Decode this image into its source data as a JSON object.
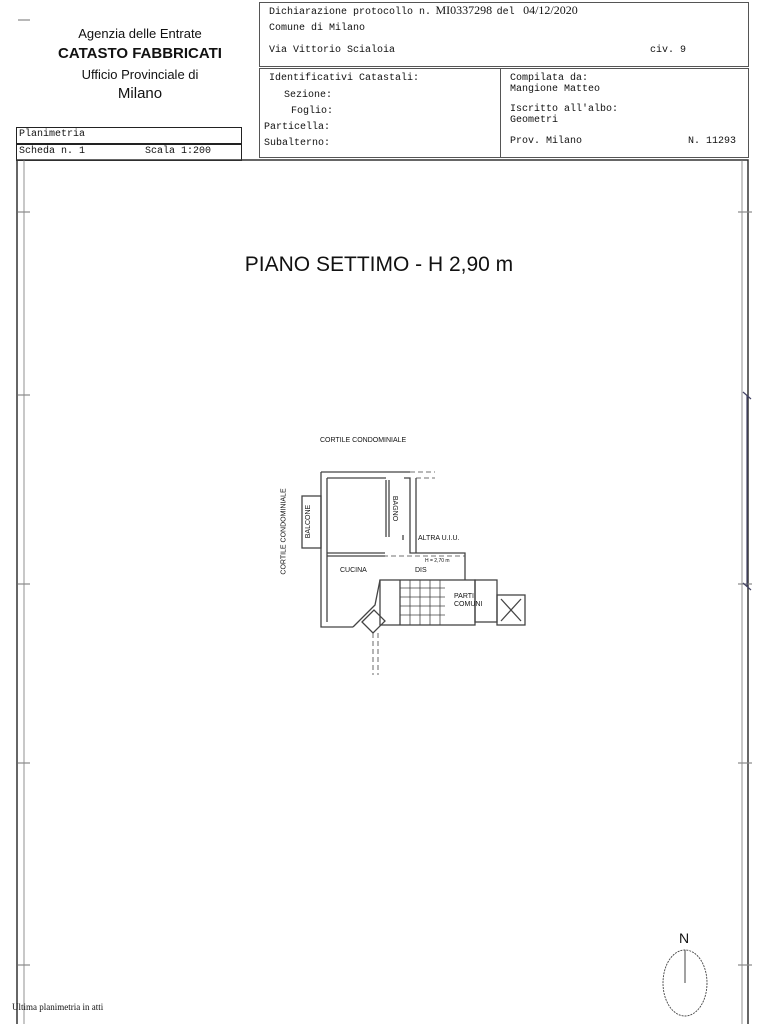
{
  "header": {
    "agency": "Agenzia delle Entrate",
    "department": "CATASTO FABBRICATI",
    "office": "Ufficio Provinciale di",
    "city": "Milano",
    "protocol_label": "Dichiarazione protocollo n.",
    "protocol_number": "MI0337298",
    "date_label": "del",
    "date": "04/12/2020",
    "comune": "Comune di Milano",
    "address": "Via Vittorio Scialoia",
    "civic": "civ. 9",
    "identifiers_title": "Identificativi Catastali:",
    "sezione": "Sezione:",
    "foglio": "Foglio:",
    "particella": "Particella:",
    "subalterno": "Subalterno:",
    "compiled_by_label": "Compilata da:",
    "compiled_by": "Mangione Matteo",
    "register_label": "Iscritto all'albo:",
    "register": "Geometri",
    "province": "Prov. Milano",
    "register_number": "N. 11293",
    "doc_type": "Planimetria",
    "sheet": "Scheda n. 1",
    "scale": "Scala 1:200"
  },
  "plan": {
    "title": "PIANO SETTIMO - H 2,90 m",
    "labels": {
      "courtyard_top": "CORTILE CONDOMINIALE",
      "courtyard_left": "CORTILE CONDOMINIALE",
      "balcony": "BALCONE",
      "bathroom": "BAGNO",
      "other_unit": "ALTRA U.I.U.",
      "kitchen": "CUCINA",
      "hallway": "DIS",
      "height_note": "H = 2,70 m",
      "common_parts_1": "PARTI",
      "common_parts_2": "COMUNI"
    },
    "north": "N"
  },
  "footer": {
    "note": "Ultima planimetria in atti"
  }
}
